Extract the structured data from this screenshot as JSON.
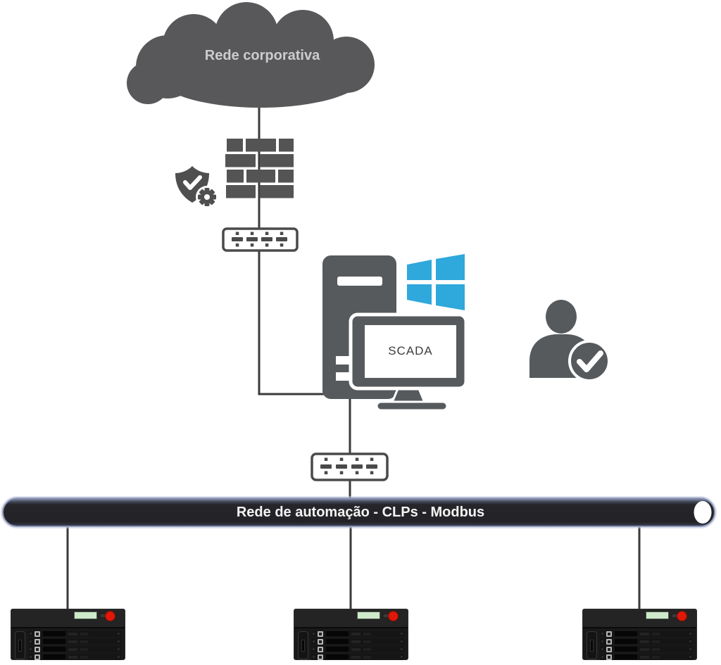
{
  "nodes": [
    {
      "id": "corporate-network",
      "type": "cloud",
      "label": "Rede corporativa"
    },
    {
      "id": "firewall",
      "type": "firewall-brick-wall"
    },
    {
      "id": "switch-top",
      "type": "ethernet-switch"
    },
    {
      "id": "scada-workstation",
      "type": "windows-workstation",
      "label": "SCADA"
    },
    {
      "id": "operator",
      "type": "user-verified"
    },
    {
      "id": "switch-bottom",
      "type": "ethernet-switch"
    },
    {
      "id": "automation-bus",
      "type": "bus-pipe",
      "label": "Rede de automação - CLPs - Modbus"
    },
    {
      "id": "plc-1",
      "type": "plc-rack-server"
    },
    {
      "id": "plc-2",
      "type": "plc-rack-server"
    },
    {
      "id": "plc-3",
      "type": "plc-rack-server"
    }
  ],
  "edges": [
    [
      "corporate-network",
      "firewall"
    ],
    [
      "firewall",
      "switch-top"
    ],
    [
      "switch-top",
      "scada-workstation"
    ],
    [
      "scada-workstation",
      "switch-bottom"
    ],
    [
      "switch-bottom",
      "automation-bus"
    ],
    [
      "automation-bus",
      "plc-1"
    ],
    [
      "automation-bus",
      "plc-2"
    ],
    [
      "automation-bus",
      "plc-3"
    ]
  ],
  "icons": [
    "cloud-icon",
    "shield-check-icon",
    "gear-icon",
    "firewall-icon",
    "switch-ports-icon",
    "tower-pc-icon",
    "monitor-icon",
    "windows-logo-icon",
    "user-check-icon",
    "lcd-display",
    "power-led",
    "drive-bay-icon"
  ],
  "colors": {
    "icon_gray": "#565a5c",
    "cloud_text": "#cccccc",
    "windows_blue": "#2fa8dc",
    "bus_fill": "#26262a",
    "bus_outline": "#8d97b8",
    "bus_text": "#f4f4f4",
    "led_red": "#e11708",
    "lcd_green": "#cfe9cb",
    "connector": "#3a3a3a",
    "server_body": "#191919"
  }
}
